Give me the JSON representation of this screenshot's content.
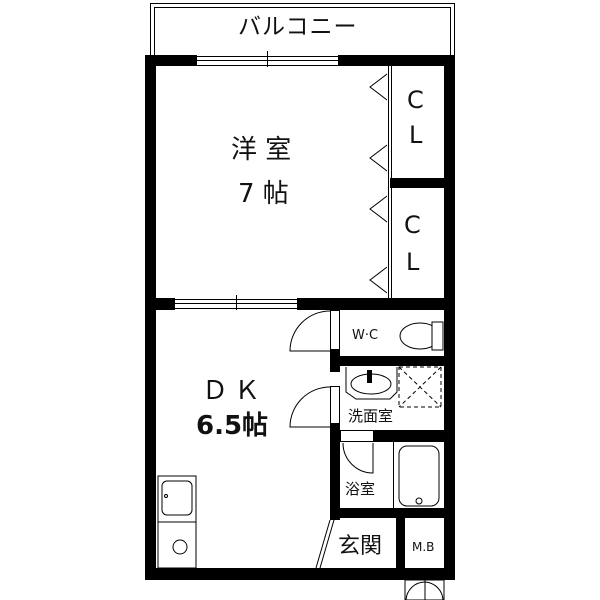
{
  "floorplan": {
    "balcony": {
      "label": "バルコニー"
    },
    "rooms": [
      {
        "id": "western-room",
        "label": "洋 室",
        "size": "7 帖"
      },
      {
        "id": "closet-1",
        "label_top": "C",
        "label_bottom": "L"
      },
      {
        "id": "closet-2",
        "label_top": "C",
        "label_bottom": "L"
      },
      {
        "id": "dining-kitchen",
        "label": "ＤＫ",
        "size": "6.5帖"
      },
      {
        "id": "toilet",
        "label": "W·C"
      },
      {
        "id": "washroom",
        "label": "洗面室"
      },
      {
        "id": "bathroom",
        "label": "浴室"
      },
      {
        "id": "entrance",
        "label": "玄関"
      },
      {
        "id": "meter-box",
        "label": "M.B"
      }
    ],
    "colors": {
      "wall": "#000000",
      "background": "#ffffff"
    }
  }
}
